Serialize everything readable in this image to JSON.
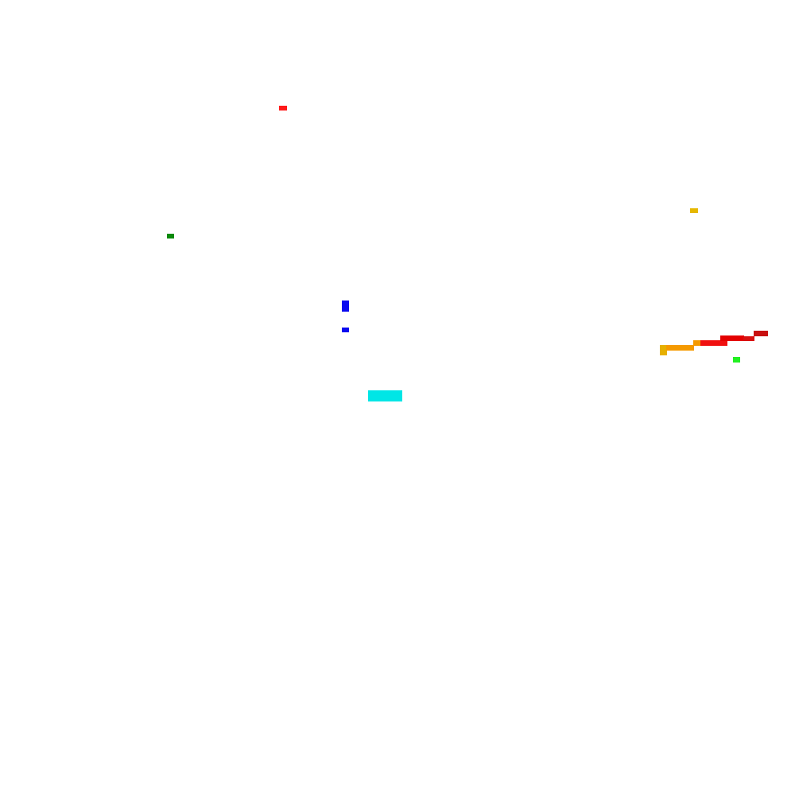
{
  "background_color": "#ffffff",
  "marks": [
    {
      "name": "red-mark-top",
      "color": "#ff1a1a"
    },
    {
      "name": "yellow-mark",
      "color": "#e6b800"
    },
    {
      "name": "green-mark",
      "color": "#0a8a0a"
    },
    {
      "name": "blue-mark-large",
      "color": "#0a0af0"
    },
    {
      "name": "blue-mark-small",
      "color": "#0a0af0"
    },
    {
      "name": "cyan-bar",
      "color": "#00e6e6"
    },
    {
      "name": "bright-green-mark",
      "color": "#22f022"
    },
    {
      "name": "streak-yellow-cap",
      "color": "#e6b000"
    },
    {
      "name": "streak-orange-segment",
      "color": "#f59a00"
    },
    {
      "name": "streak-orange-step",
      "color": "#f59a00"
    },
    {
      "name": "streak-red-segment-1",
      "color": "#f01010"
    },
    {
      "name": "streak-red-segment-2",
      "color": "#e40000"
    },
    {
      "name": "streak-red-segment-3",
      "color": "#d81010"
    },
    {
      "name": "streak-darkred-tip",
      "color": "#c81010"
    }
  ]
}
